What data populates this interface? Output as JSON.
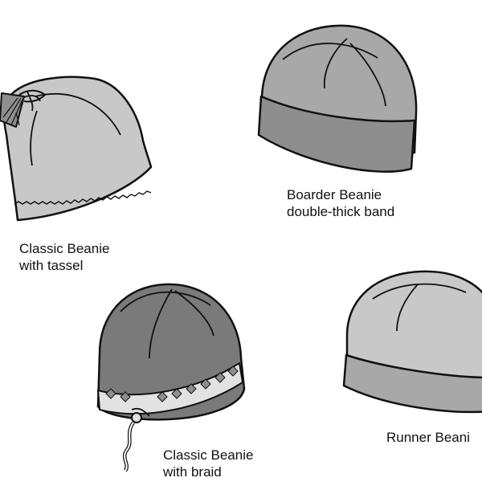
{
  "colors": {
    "light_fleece": "#c8c8c8",
    "mid_fleece": "#a8a8a8",
    "band_grey": "#8e8e8e",
    "dark_fleece": "#7a7a7a",
    "outline": "#111111",
    "braid_light": "#e2e2e2"
  },
  "items": [
    {
      "line1": "Classic Beanie",
      "line2": "with tassel"
    },
    {
      "line1": "Boarder Beanie",
      "line2": "double-thick band"
    },
    {
      "line1": "Classic Beanie",
      "line2": "with braid"
    },
    {
      "line1": "Runner Beani",
      "line2": ""
    }
  ]
}
